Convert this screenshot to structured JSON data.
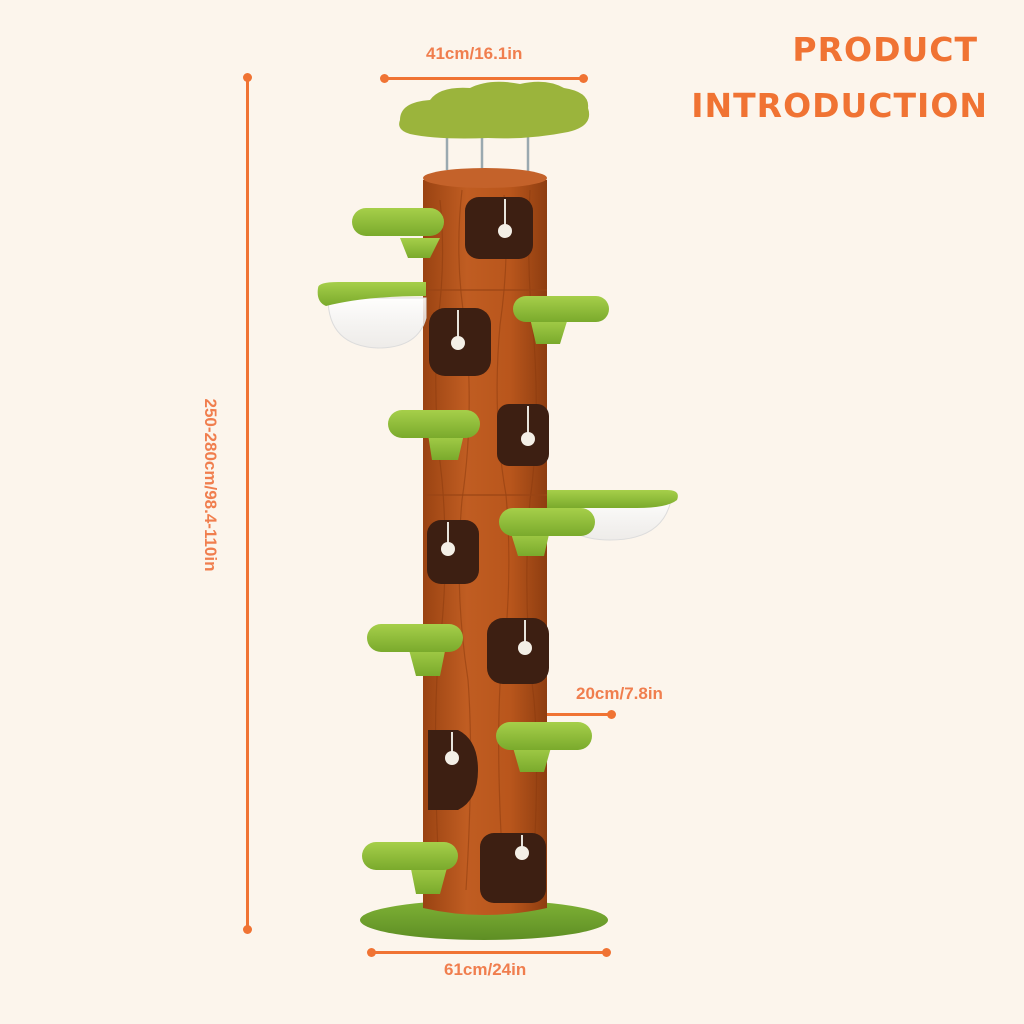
{
  "title": {
    "line1": "PRODUCT",
    "line2": "INTRODUCTION",
    "color": "#f07333"
  },
  "dimensions": {
    "top_width": "41cm/16.1in",
    "height": "250-280cm/98.4-110in",
    "platform_depth": "20cm/7.8in",
    "base_width": "61cm/24in",
    "line_color": "#f07333"
  },
  "product": {
    "name": "Tree-trunk cat tree",
    "trunk_color": "#b5541c",
    "hole_color": "#3d1f12",
    "platform_color": "#8fbf3a",
    "top_cloud_color": "#9bb43c",
    "base_color": "#6fa32e",
    "platform_count": 9,
    "hammock_count": 2,
    "hole_count": 7
  }
}
